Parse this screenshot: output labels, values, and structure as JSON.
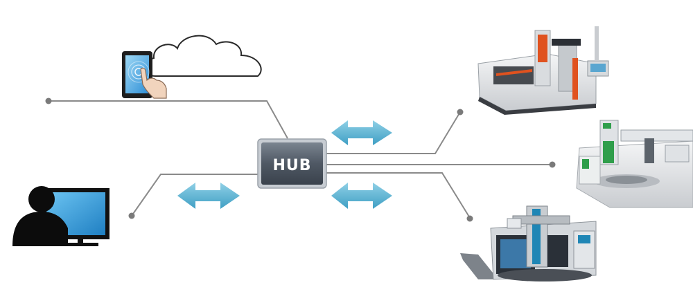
{
  "diagram": {
    "hub": {
      "label": "HUB"
    },
    "nodes": [
      {
        "id": "cloud-tablet",
        "icon": "cloud-tablet-icon"
      },
      {
        "id": "workstation",
        "icon": "user-computer-icon"
      },
      {
        "id": "gantry-mill",
        "icon": "gantry-milling-machine-icon"
      },
      {
        "id": "portal-machine",
        "icon": "portal-machine-icon"
      },
      {
        "id": "vertical-lathe",
        "icon": "vertical-lathe-icon"
      }
    ],
    "colors": {
      "line": "#8a8a8a",
      "arrow": "#5fb3cf",
      "hub_face": "#5d6672",
      "hub_border": "#b9c0c8",
      "screen": "#3aa2e0",
      "machine_accent_orange": "#e0521f",
      "machine_accent_green": "#2f9e4b",
      "machine_accent_blue": "#1f86b5"
    }
  }
}
